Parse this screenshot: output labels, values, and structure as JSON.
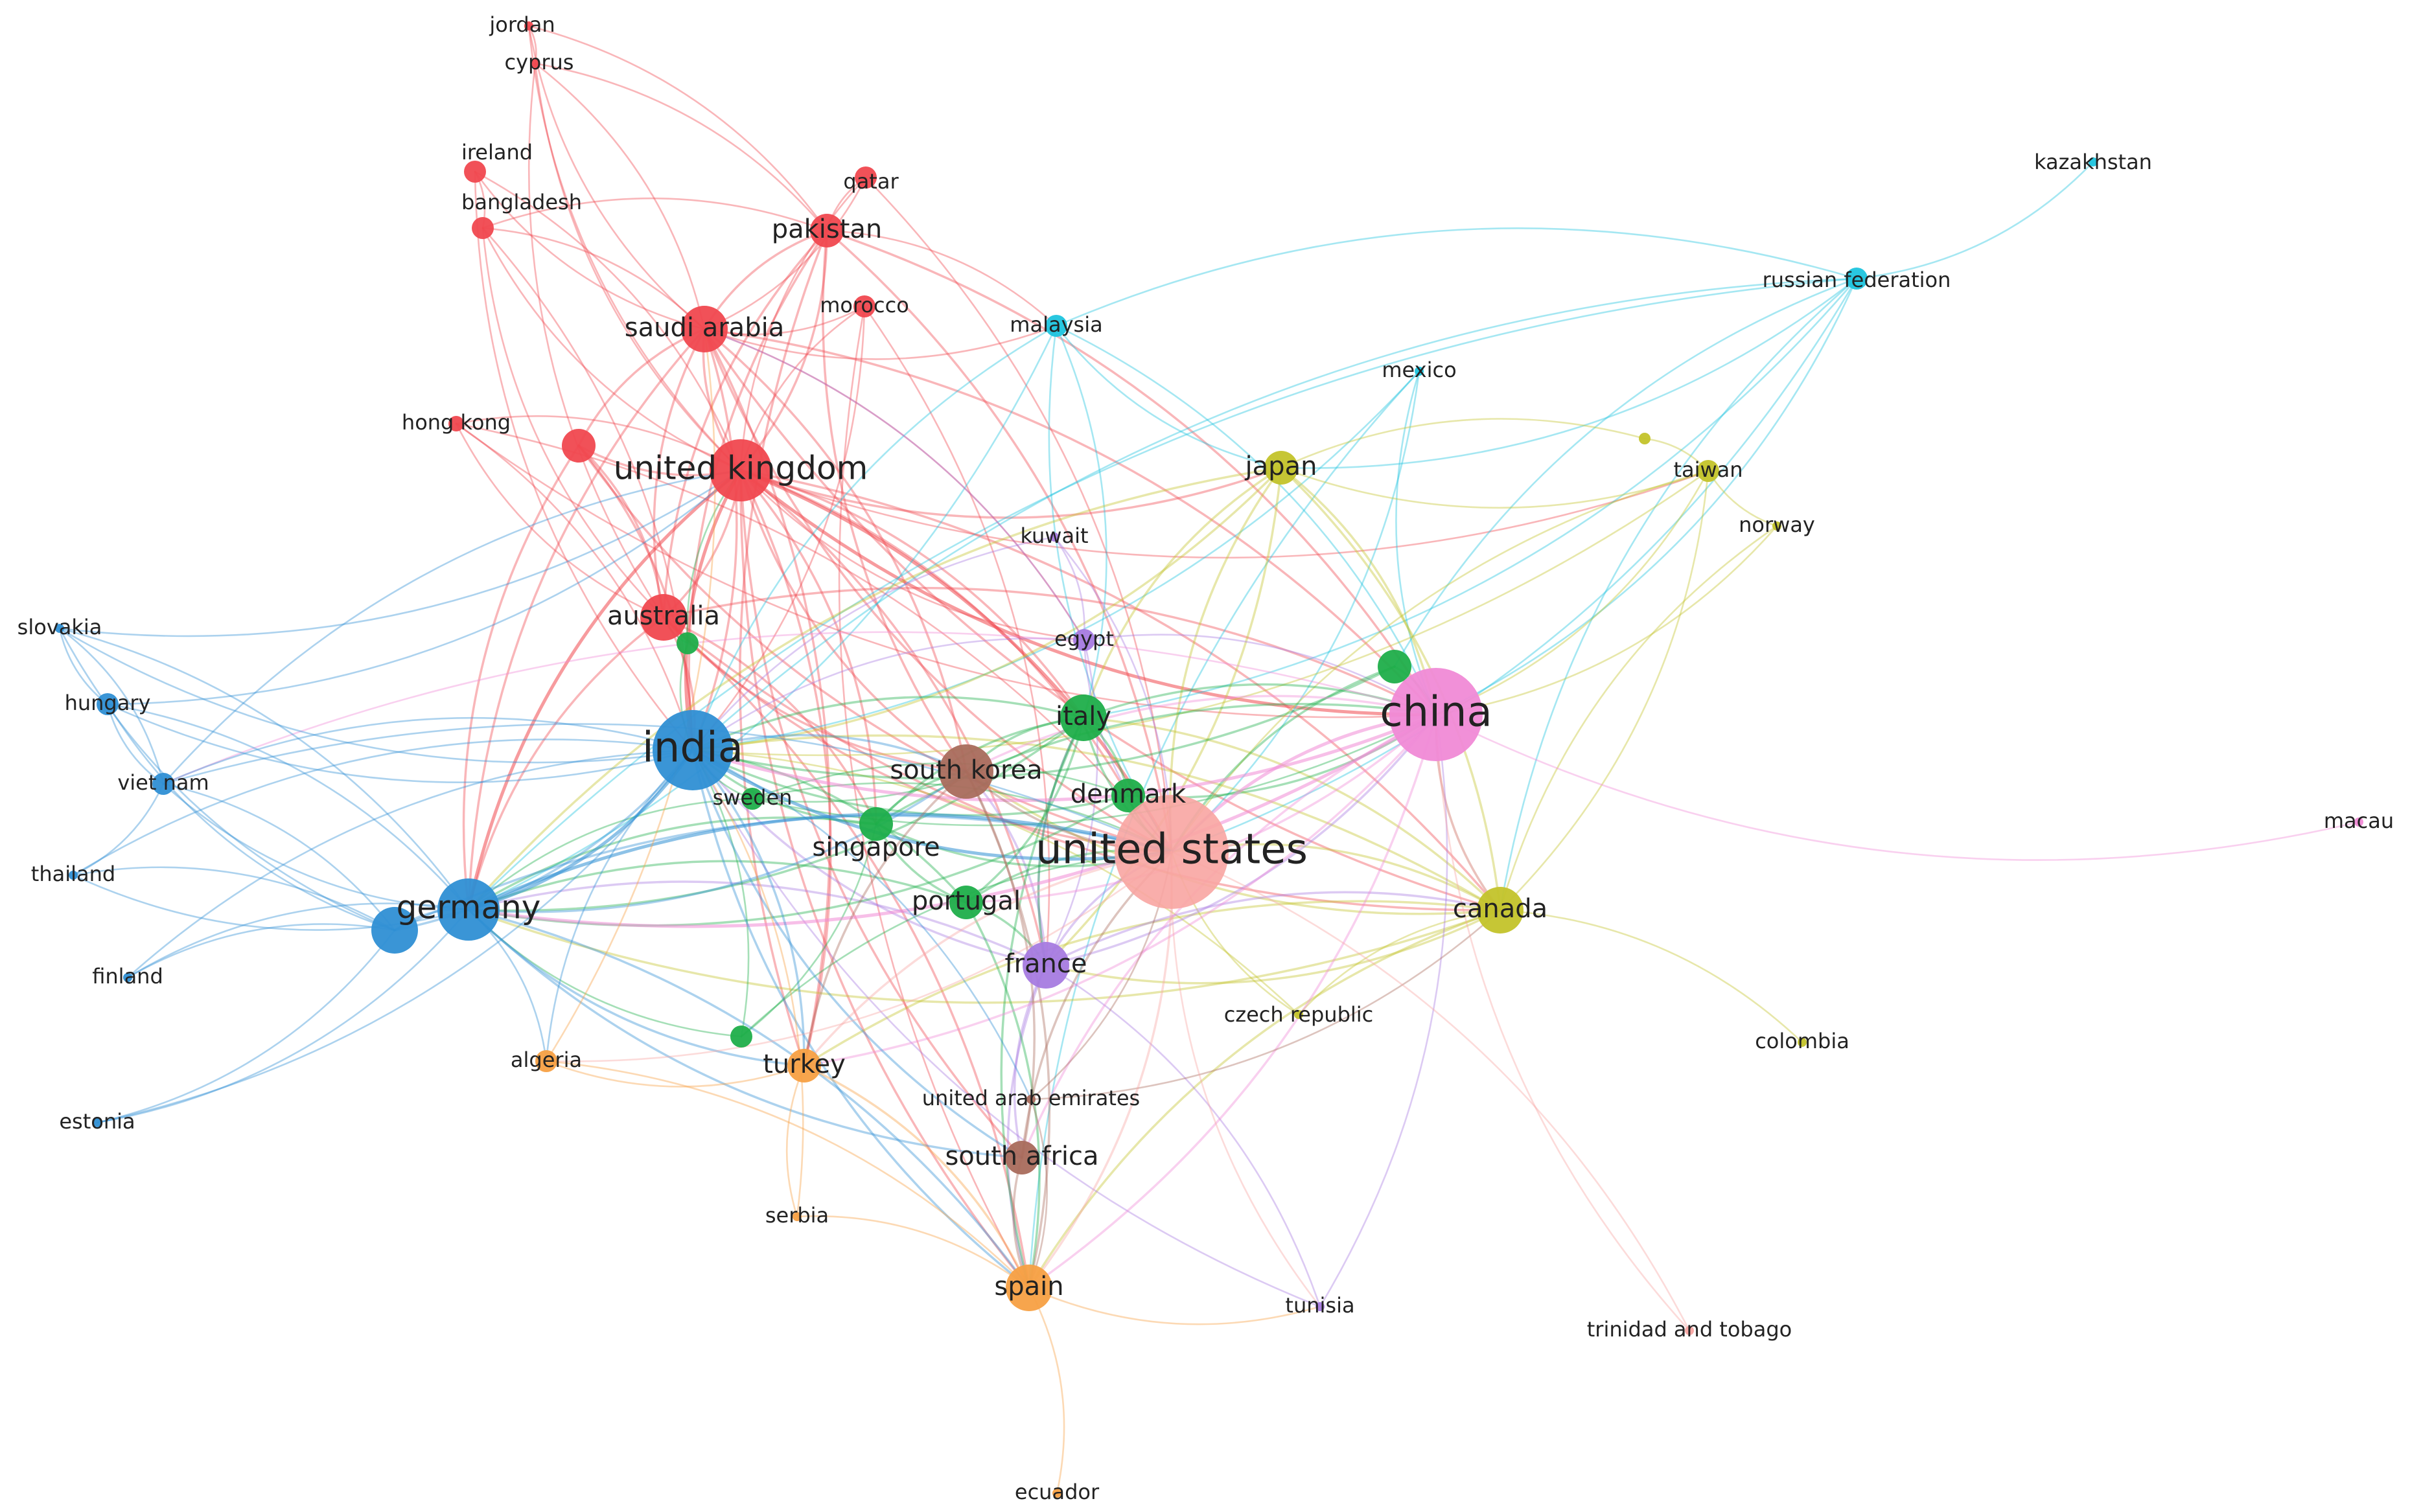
{
  "clusters": {
    "red": "#f0484f",
    "blue": "#2f8fd4",
    "green": "#1fae4a",
    "yellow": "#c3c32a",
    "pink": "#f08ad6",
    "cyan": "#1ec4de",
    "orange": "#f7a043",
    "purple": "#a77be0",
    "brown": "#a96b5c",
    "salmon": "#f8a5a2"
  },
  "nodes": [
    {
      "id": "jordan",
      "label": "jordan",
      "cluster": "red",
      "weight": 1
    },
    {
      "id": "cyprus",
      "label": "cyprus",
      "cluster": "red",
      "weight": 1
    },
    {
      "id": "ireland",
      "label": "ireland",
      "cluster": "red",
      "weight": 2
    },
    {
      "id": "bangladesh",
      "label": "bangladesh",
      "cluster": "red",
      "weight": 2
    },
    {
      "id": "qatar",
      "label": "qatar",
      "cluster": "red",
      "weight": 2
    },
    {
      "id": "pakistan",
      "label": "pakistan",
      "cluster": "red",
      "weight": 3
    },
    {
      "id": "morocco",
      "label": "morocco",
      "cluster": "red",
      "weight": 2
    },
    {
      "id": "saudi-arabia",
      "label": "saudi arabia",
      "cluster": "red",
      "weight": 4
    },
    {
      "id": "hong-kong",
      "label": "hong kong",
      "cluster": "red",
      "weight": 1
    },
    {
      "id": "red-unlabeled",
      "label": "",
      "cluster": "red",
      "weight": 3
    },
    {
      "id": "united-kingdom",
      "label": "united kingdom",
      "cluster": "red",
      "weight": 6
    },
    {
      "id": "australia",
      "label": "australia",
      "cluster": "red",
      "weight": 4
    },
    {
      "id": "malaysia",
      "label": "malaysia",
      "cluster": "cyan",
      "weight": 2
    },
    {
      "id": "russian-federation",
      "label": "russian federation",
      "cluster": "cyan",
      "weight": 2
    },
    {
      "id": "kazakhstan",
      "label": "kazakhstan",
      "cluster": "cyan",
      "weight": 1
    },
    {
      "id": "mexico",
      "label": "mexico",
      "cluster": "cyan",
      "weight": 1
    },
    {
      "id": "japan",
      "label": "japan",
      "cluster": "yellow",
      "weight": 3
    },
    {
      "id": "yellow-small",
      "label": "",
      "cluster": "yellow",
      "weight": 1
    },
    {
      "id": "taiwan",
      "label": "taiwan",
      "cluster": "yellow",
      "weight": 2
    },
    {
      "id": "norway",
      "label": "norway",
      "cluster": "yellow",
      "weight": 1
    },
    {
      "id": "canada",
      "label": "canada",
      "cluster": "yellow",
      "weight": 4
    },
    {
      "id": "czech-republic",
      "label": "czech republic",
      "cluster": "yellow",
      "weight": 1
    },
    {
      "id": "colombia",
      "label": "colombia",
      "cluster": "yellow",
      "weight": 1
    },
    {
      "id": "kuwait",
      "label": "kuwait",
      "cluster": "purple",
      "weight": 1
    },
    {
      "id": "egypt",
      "label": "egypt",
      "cluster": "purple",
      "weight": 2
    },
    {
      "id": "france",
      "label": "france",
      "cluster": "purple",
      "weight": 4
    },
    {
      "id": "tunisia",
      "label": "tunisia",
      "cluster": "purple",
      "weight": 1
    },
    {
      "id": "green-top",
      "label": "",
      "cluster": "green",
      "weight": 2
    },
    {
      "id": "italy",
      "label": "italy",
      "cluster": "green",
      "weight": 4
    },
    {
      "id": "green-right",
      "label": "",
      "cluster": "green",
      "weight": 3
    },
    {
      "id": "denmark",
      "label": "denmark",
      "cluster": "green",
      "weight": 3
    },
    {
      "id": "sweden",
      "label": "sweden",
      "cluster": "green",
      "weight": 2
    },
    {
      "id": "singapore",
      "label": "singapore",
      "cluster": "green",
      "weight": 3
    },
    {
      "id": "portugal",
      "label": "portugal",
      "cluster": "green",
      "weight": 3
    },
    {
      "id": "green-bottom",
      "label": "",
      "cluster": "green",
      "weight": 2
    },
    {
      "id": "china",
      "label": "china",
      "cluster": "pink",
      "weight": 10
    },
    {
      "id": "macau",
      "label": "macau",
      "cluster": "pink",
      "weight": 1
    },
    {
      "id": "india",
      "label": "india",
      "cluster": "blue",
      "weight": 9
    },
    {
      "id": "germany",
      "label": "germany",
      "cluster": "blue",
      "weight": 6
    },
    {
      "id": "blue-second",
      "label": "",
      "cluster": "blue",
      "weight": 4
    },
    {
      "id": "slovakia",
      "label": "slovakia",
      "cluster": "blue",
      "weight": 1
    },
    {
      "id": "hungary",
      "label": "hungary",
      "cluster": "blue",
      "weight": 2
    },
    {
      "id": "viet-nam",
      "label": "viet nam",
      "cluster": "blue",
      "weight": 2
    },
    {
      "id": "thailand",
      "label": "thailand",
      "cluster": "blue",
      "weight": 1
    },
    {
      "id": "finland",
      "label": "finland",
      "cluster": "blue",
      "weight": 1
    },
    {
      "id": "estonia",
      "label": "estonia",
      "cluster": "blue",
      "weight": 1
    },
    {
      "id": "south-korea",
      "label": "south korea",
      "cluster": "brown",
      "weight": 5
    },
    {
      "id": "united-arab-emirates",
      "label": "united arab emirates",
      "cluster": "brown",
      "weight": 1
    },
    {
      "id": "south-africa",
      "label": "south africa",
      "cluster": "brown",
      "weight": 3
    },
    {
      "id": "united-states",
      "label": "united states",
      "cluster": "salmon",
      "weight": 10
    },
    {
      "id": "trinidad-and-tobago",
      "label": "trinidad and tobago",
      "cluster": "salmon",
      "weight": 1
    },
    {
      "id": "algeria",
      "label": "algeria",
      "cluster": "orange",
      "weight": 2
    },
    {
      "id": "turkey",
      "label": "turkey",
      "cluster": "orange",
      "weight": 3
    },
    {
      "id": "serbia",
      "label": "serbia",
      "cluster": "orange",
      "weight": 1
    },
    {
      "id": "spain",
      "label": "spain",
      "cluster": "orange",
      "weight": 4
    },
    {
      "id": "ecuador",
      "label": "ecuador",
      "cluster": "orange",
      "weight": 1
    }
  ],
  "links": [
    [
      "jordan",
      "cyprus"
    ],
    [
      "jordan",
      "saudi-arabia"
    ],
    [
      "jordan",
      "pakistan"
    ],
    [
      "jordan",
      "united-kingdom"
    ],
    [
      "cyprus",
      "saudi-arabia"
    ],
    [
      "cyprus",
      "united-kingdom"
    ],
    [
      "cyprus",
      "pakistan"
    ],
    [
      "cyprus",
      "australia"
    ],
    [
      "ireland",
      "bangladesh"
    ],
    [
      "ireland",
      "saudi-arabia"
    ],
    [
      "ireland",
      "united-kingdom"
    ],
    [
      "ireland",
      "india"
    ],
    [
      "bangladesh",
      "saudi-arabia"
    ],
    [
      "bangladesh",
      "united-kingdom"
    ],
    [
      "bangladesh",
      "pakistan"
    ],
    [
      "bangladesh",
      "australia"
    ],
    [
      "bangladesh",
      "india"
    ],
    [
      "qatar",
      "pakistan"
    ],
    [
      "qatar",
      "saudi-arabia"
    ],
    [
      "qatar",
      "united-kingdom"
    ],
    [
      "qatar",
      "united-states"
    ],
    [
      "pakistan",
      "saudi-arabia"
    ],
    [
      "pakistan",
      "united-kingdom"
    ],
    [
      "pakistan",
      "australia"
    ],
    [
      "pakistan",
      "china"
    ],
    [
      "pakistan",
      "india"
    ],
    [
      "pakistan",
      "malaysia"
    ],
    [
      "pakistan",
      "south-korea"
    ],
    [
      "pakistan",
      "united-states"
    ],
    [
      "pakistan",
      "turkey"
    ],
    [
      "morocco",
      "saudi-arabia"
    ],
    [
      "morocco",
      "united-kingdom"
    ],
    [
      "morocco",
      "france"
    ],
    [
      "morocco",
      "spain"
    ],
    [
      "morocco",
      "india"
    ],
    [
      "saudi-arabia",
      "united-kingdom"
    ],
    [
      "saudi-arabia",
      "india"
    ],
    [
      "saudi-arabia",
      "australia"
    ],
    [
      "saudi-arabia",
      "egypt"
    ],
    [
      "saudi-arabia",
      "united-states"
    ],
    [
      "saudi-arabia",
      "china"
    ],
    [
      "saudi-arabia",
      "malaysia"
    ],
    [
      "saudi-arabia",
      "south-korea"
    ],
    [
      "saudi-arabia",
      "germany"
    ],
    [
      "saudi-arabia",
      "turkey"
    ],
    [
      "saudi-arabia",
      "canada"
    ],
    [
      "hong-kong",
      "united-kingdom"
    ],
    [
      "hong-kong",
      "china"
    ],
    [
      "hong-kong",
      "united-states"
    ],
    [
      "hong-kong",
      "australia"
    ],
    [
      "hong-kong",
      "india"
    ],
    [
      "red-unlabeled",
      "united-kingdom"
    ],
    [
      "red-unlabeled",
      "india"
    ],
    [
      "red-unlabeled",
      "germany"
    ],
    [
      "red-unlabeled",
      "australia"
    ],
    [
      "red-unlabeled",
      "united-states"
    ],
    [
      "red-unlabeled",
      "saudi-arabia"
    ],
    [
      "united-kingdom",
      "india"
    ],
    [
      "united-kingdom",
      "united-states"
    ],
    [
      "united-kingdom",
      "china"
    ],
    [
      "united-kingdom",
      "australia"
    ],
    [
      "united-kingdom",
      "germany"
    ],
    [
      "united-kingdom",
      "italy"
    ],
    [
      "united-kingdom",
      "south-korea"
    ],
    [
      "united-kingdom",
      "france"
    ],
    [
      "united-kingdom",
      "spain"
    ],
    [
      "united-kingdom",
      "canada"
    ],
    [
      "united-kingdom",
      "japan"
    ],
    [
      "united-kingdom",
      "singapore"
    ],
    [
      "united-kingdom",
      "taiwan"
    ],
    [
      "united-kingdom",
      "denmark"
    ],
    [
      "united-kingdom",
      "south-africa"
    ],
    [
      "united-kingdom",
      "turkey"
    ],
    [
      "united-kingdom",
      "egypt"
    ],
    [
      "australia",
      "india"
    ],
    [
      "australia",
      "united-states"
    ],
    [
      "australia",
      "china"
    ],
    [
      "australia",
      "germany"
    ],
    [
      "australia",
      "spain"
    ],
    [
      "australia",
      "south-korea"
    ],
    [
      "australia",
      "singapore"
    ],
    [
      "australia",
      "canada"
    ],
    [
      "malaysia",
      "russian-federation"
    ],
    [
      "malaysia",
      "india"
    ],
    [
      "malaysia",
      "china"
    ],
    [
      "malaysia",
      "united-states"
    ],
    [
      "malaysia",
      "italy"
    ],
    [
      "malaysia",
      "japan"
    ],
    [
      "malaysia",
      "germany"
    ],
    [
      "russian-federation",
      "kazakhstan"
    ],
    [
      "russian-federation",
      "china"
    ],
    [
      "russian-federation",
      "india"
    ],
    [
      "russian-federation",
      "united-states"
    ],
    [
      "russian-federation",
      "germany"
    ],
    [
      "russian-federation",
      "italy"
    ],
    [
      "russian-federation",
      "canada"
    ],
    [
      "russian-federation",
      "japan"
    ],
    [
      "russian-federation",
      "green-right"
    ],
    [
      "mexico",
      "united-states"
    ],
    [
      "mexico",
      "china"
    ],
    [
      "mexico",
      "india"
    ],
    [
      "mexico",
      "spain"
    ],
    [
      "japan",
      "china"
    ],
    [
      "japan",
      "united-states"
    ],
    [
      "japan",
      "india"
    ],
    [
      "japan",
      "taiwan"
    ],
    [
      "japan",
      "canada"
    ],
    [
      "japan",
      "italy"
    ],
    [
      "japan",
      "france"
    ],
    [
      "japan",
      "germany"
    ],
    [
      "yellow-small",
      "taiwan"
    ],
    [
      "yellow-small",
      "japan"
    ],
    [
      "taiwan",
      "china"
    ],
    [
      "taiwan",
      "united-states"
    ],
    [
      "taiwan",
      "canada"
    ],
    [
      "taiwan",
      "norway"
    ],
    [
      "taiwan",
      "india"
    ],
    [
      "norway",
      "canada"
    ],
    [
      "norway",
      "china"
    ],
    [
      "canada",
      "united-states"
    ],
    [
      "canada",
      "china"
    ],
    [
      "canada",
      "india"
    ],
    [
      "canada",
      "france"
    ],
    [
      "canada",
      "italy"
    ],
    [
      "canada",
      "germany"
    ],
    [
      "canada",
      "spain"
    ],
    [
      "canada",
      "colombia"
    ],
    [
      "canada",
      "czech-republic"
    ],
    [
      "canada",
      "south-korea"
    ],
    [
      "canada",
      "turkey"
    ],
    [
      "czech-republic",
      "united-states"
    ],
    [
      "czech-republic",
      "india"
    ],
    [
      "kuwait",
      "united-states"
    ],
    [
      "kuwait",
      "india"
    ],
    [
      "kuwait",
      "egypt"
    ],
    [
      "egypt",
      "united-states"
    ],
    [
      "egypt",
      "china"
    ],
    [
      "egypt",
      "india"
    ],
    [
      "egypt",
      "france"
    ],
    [
      "egypt",
      "saudi-arabia"
    ],
    [
      "france",
      "united-states"
    ],
    [
      "france",
      "china"
    ],
    [
      "france",
      "india"
    ],
    [
      "france",
      "germany"
    ],
    [
      "france",
      "italy"
    ],
    [
      "france",
      "spain"
    ],
    [
      "france",
      "tunisia"
    ],
    [
      "france",
      "south-korea"
    ],
    [
      "france",
      "canada"
    ],
    [
      "france",
      "south-africa"
    ],
    [
      "tunisia",
      "india"
    ],
    [
      "tunisia",
      "china"
    ],
    [
      "green-top",
      "australia"
    ],
    [
      "green-top",
      "india"
    ],
    [
      "green-top",
      "united-kingdom"
    ],
    [
      "italy",
      "united-states"
    ],
    [
      "italy",
      "china"
    ],
    [
      "italy",
      "india"
    ],
    [
      "italy",
      "germany"
    ],
    [
      "italy",
      "spain"
    ],
    [
      "italy",
      "denmark"
    ],
    [
      "italy",
      "south-korea"
    ],
    [
      "italy",
      "portugal"
    ],
    [
      "italy",
      "singapore"
    ],
    [
      "italy",
      "sweden"
    ],
    [
      "italy",
      "france"
    ],
    [
      "green-right",
      "china"
    ],
    [
      "green-right",
      "united-states"
    ],
    [
      "green-right",
      "india"
    ],
    [
      "denmark",
      "united-states"
    ],
    [
      "denmark",
      "india"
    ],
    [
      "denmark",
      "china"
    ],
    [
      "denmark",
      "germany"
    ],
    [
      "denmark",
      "sweden"
    ],
    [
      "sweden",
      "india"
    ],
    [
      "sweden",
      "germany"
    ],
    [
      "sweden",
      "united-states"
    ],
    [
      "sweden",
      "china"
    ],
    [
      "singapore",
      "india"
    ],
    [
      "singapore",
      "united-states"
    ],
    [
      "singapore",
      "china"
    ],
    [
      "singapore",
      "germany"
    ],
    [
      "singapore",
      "south-korea"
    ],
    [
      "singapore",
      "portugal"
    ],
    [
      "portugal",
      "united-states"
    ],
    [
      "portugal",
      "india"
    ],
    [
      "portugal",
      "spain"
    ],
    [
      "portugal",
      "germany"
    ],
    [
      "portugal",
      "france"
    ],
    [
      "green-bottom",
      "india"
    ],
    [
      "green-bottom",
      "germany"
    ],
    [
      "green-bottom",
      "singapore"
    ],
    [
      "green-bottom",
      "united-states"
    ],
    [
      "china",
      "united-states"
    ],
    [
      "china",
      "india"
    ],
    [
      "china",
      "macau"
    ],
    [
      "china",
      "germany"
    ],
    [
      "china",
      "south-korea"
    ],
    [
      "china",
      "spain"
    ],
    [
      "china",
      "canada"
    ],
    [
      "china",
      "turkey"
    ],
    [
      "china",
      "south-africa"
    ],
    [
      "china",
      "portugal"
    ],
    [
      "china",
      "viet-nam"
    ],
    [
      "india",
      "germany"
    ],
    [
      "india",
      "united-states"
    ],
    [
      "india",
      "south-korea"
    ],
    [
      "india",
      "spain"
    ],
    [
      "india",
      "hungary"
    ],
    [
      "india",
      "viet-nam"
    ],
    [
      "india",
      "slovakia"
    ],
    [
      "india",
      "thailand"
    ],
    [
      "india",
      "turkey"
    ],
    [
      "india",
      "south-africa"
    ],
    [
      "india",
      "united-arab-emirates"
    ],
    [
      "india",
      "algeria"
    ],
    [
      "india",
      "blue-second"
    ],
    [
      "india",
      "finland"
    ],
    [
      "india",
      "estonia"
    ],
    [
      "germany",
      "blue-second"
    ],
    [
      "germany",
      "united-states"
    ],
    [
      "germany",
      "south-korea"
    ],
    [
      "germany",
      "spain"
    ],
    [
      "germany",
      "hungary"
    ],
    [
      "germany",
      "viet-nam"
    ],
    [
      "germany",
      "slovakia"
    ],
    [
      "germany",
      "thailand"
    ],
    [
      "germany",
      "finland"
    ],
    [
      "germany",
      "estonia"
    ],
    [
      "germany",
      "turkey"
    ],
    [
      "germany",
      "algeria"
    ],
    [
      "germany",
      "south-africa"
    ],
    [
      "blue-second",
      "hungary"
    ],
    [
      "blue-second",
      "viet-nam"
    ],
    [
      "blue-second",
      "slovakia"
    ],
    [
      "blue-second",
      "finland"
    ],
    [
      "blue-second",
      "estonia"
    ],
    [
      "blue-second",
      "thailand"
    ],
    [
      "blue-second",
      "united-states"
    ],
    [
      "slovakia",
      "hungary"
    ],
    [
      "slovakia",
      "viet-nam"
    ],
    [
      "hungary",
      "viet-nam"
    ],
    [
      "viet-nam",
      "thailand"
    ],
    [
      "hungary",
      "united-kingdom"
    ],
    [
      "viet-nam",
      "united-kingdom"
    ],
    [
      "slovakia",
      "united-kingdom"
    ],
    [
      "viet-nam",
      "united-states"
    ],
    [
      "south-korea",
      "united-states"
    ],
    [
      "south-korea",
      "spain"
    ],
    [
      "south-korea",
      "turkey"
    ],
    [
      "south-korea",
      "south-africa"
    ],
    [
      "united-arab-emirates",
      "united-states"
    ],
    [
      "united-arab-emirates",
      "spain"
    ],
    [
      "united-arab-emirates",
      "canada"
    ],
    [
      "south-africa",
      "united-states"
    ],
    [
      "south-africa",
      "spain"
    ],
    [
      "united-states",
      "spain"
    ],
    [
      "united-states",
      "turkey"
    ],
    [
      "united-states",
      "trinidad-and-tobago"
    ],
    [
      "united-states",
      "tunisia"
    ],
    [
      "united-states",
      "algeria"
    ],
    [
      "algeria",
      "turkey"
    ],
    [
      "algeria",
      "spain"
    ],
    [
      "algeria",
      "saudi-arabia"
    ],
    [
      "turkey",
      "spain"
    ],
    [
      "turkey",
      "serbia"
    ],
    [
      "serbia",
      "spain"
    ],
    [
      "serbia",
      "india"
    ],
    [
      "spain",
      "ecuador"
    ],
    [
      "spain",
      "tunisia"
    ],
    [
      "trinidad-and-tobago",
      "china"
    ]
  ]
}
